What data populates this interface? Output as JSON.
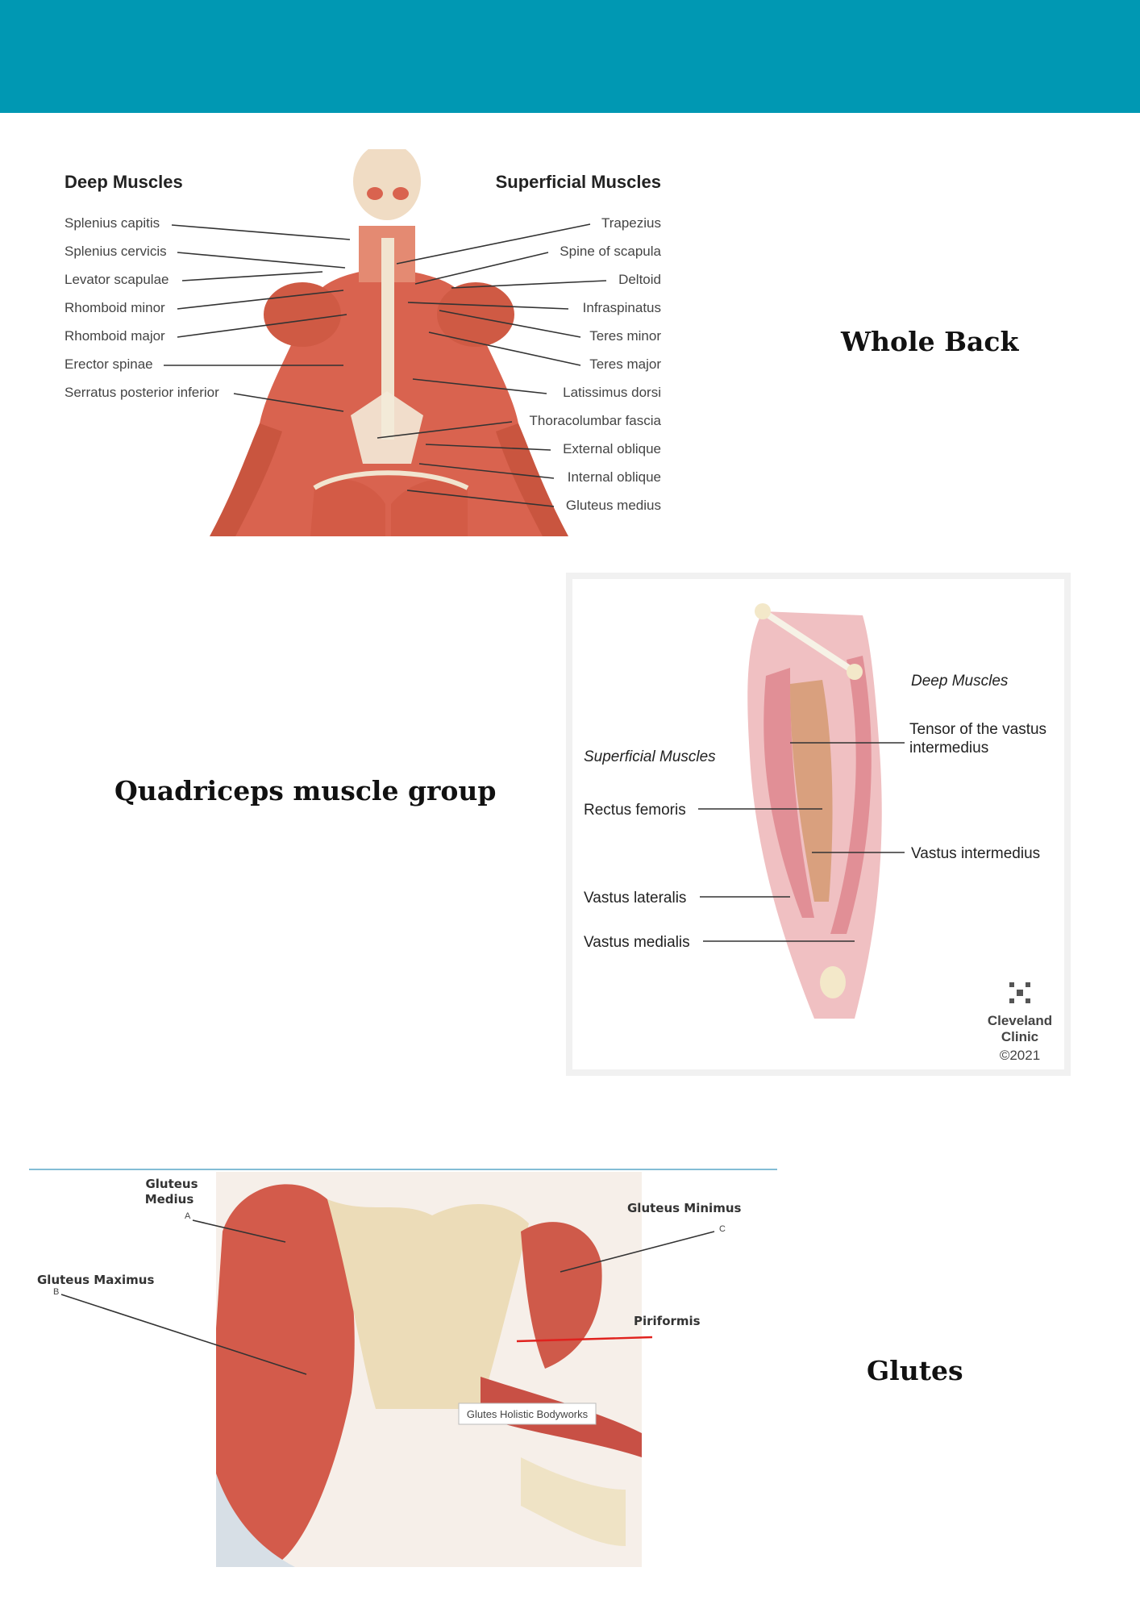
{
  "colors": {
    "header": "#0098b3",
    "muscle": "#d9634f",
    "bone": "#efe3c5",
    "tendon": "#dfe3e8"
  },
  "sections": {
    "back": {
      "title": "Whole Back",
      "deep_heading": "Deep Muscles",
      "superficial_heading": "Superficial Muscles",
      "deep_labels": [
        "Splenius capitis",
        "Splenius cervicis",
        "Levator scapulae",
        "Rhomboid minor",
        "Rhomboid major",
        "Erector spinae",
        "Serratus posterior inferior"
      ],
      "superficial_labels": [
        "Trapezius",
        "Spine of scapula",
        "Deltoid",
        "Infraspinatus",
        "Teres minor",
        "Teres major",
        "Latissimus dorsi",
        "Thoracolumbar fascia",
        "External oblique",
        "Internal oblique",
        "Gluteus medius"
      ]
    },
    "quads": {
      "title": "Quadriceps muscle group",
      "deep_heading": "Deep Muscles",
      "superficial_heading": "Superficial Muscles",
      "tensor_line1": "Tensor of the vastus",
      "tensor_line2": "intermedius",
      "vastus_intermedius": "Vastus intermedius",
      "rectus_femoris": "Rectus femoris",
      "vastus_lateralis": "Vastus lateralis",
      "vastus_medialis": "Vastus medialis",
      "credit_line1": "Cleveland",
      "credit_line2": "Clinic",
      "credit_year": "©2021"
    },
    "glutes": {
      "title": "Glutes",
      "medius_line1": "Gluteus",
      "medius_line2": "Medius",
      "medius_letter": "A",
      "maximus": "Gluteus Maximus",
      "maximus_letter": "B",
      "minimus": "Gluteus Minimus",
      "minimus_letter": "C",
      "piriformis": "Piriformis",
      "watermark": "Glutes Holistic Bodyworks"
    }
  }
}
